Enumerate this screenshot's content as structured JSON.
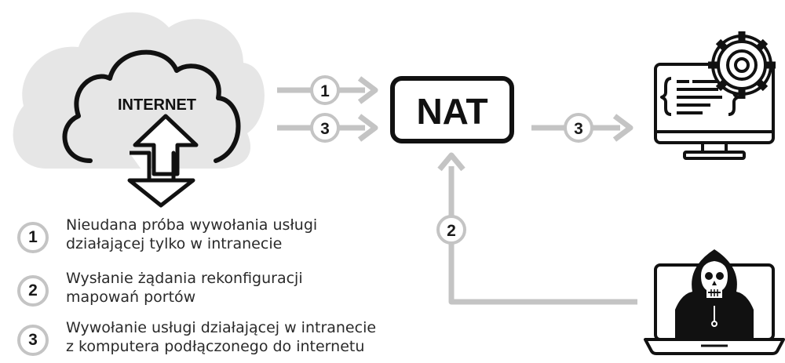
{
  "diagram": {
    "internet_label": "INTERNET",
    "nat_label": "NAT",
    "arrow_labels": {
      "top_in": "1",
      "bottom_in": "3",
      "out": "3",
      "up": "2"
    }
  },
  "legend": [
    {
      "num": "1",
      "line1": "Nieudana próba wywołania usługi",
      "line2": "działającej tylko w intranecie"
    },
    {
      "num": "2",
      "line1": "Wysłanie żądania rekonfiguracji",
      "line2": "mapowań portów"
    },
    {
      "num": "3",
      "line1": "Wywołanie usługi działającej w intranecie",
      "line2": "z komputera podłączonego do internetu"
    }
  ],
  "colors": {
    "arrow": "#c4c4c4",
    "cloud_bg": "#e6e6e6",
    "ink": "#111111"
  },
  "icons": [
    "cloud-icon",
    "updown-arrow-icon",
    "monitor-icon",
    "gear-icon",
    "hacker-laptop-icon"
  ]
}
